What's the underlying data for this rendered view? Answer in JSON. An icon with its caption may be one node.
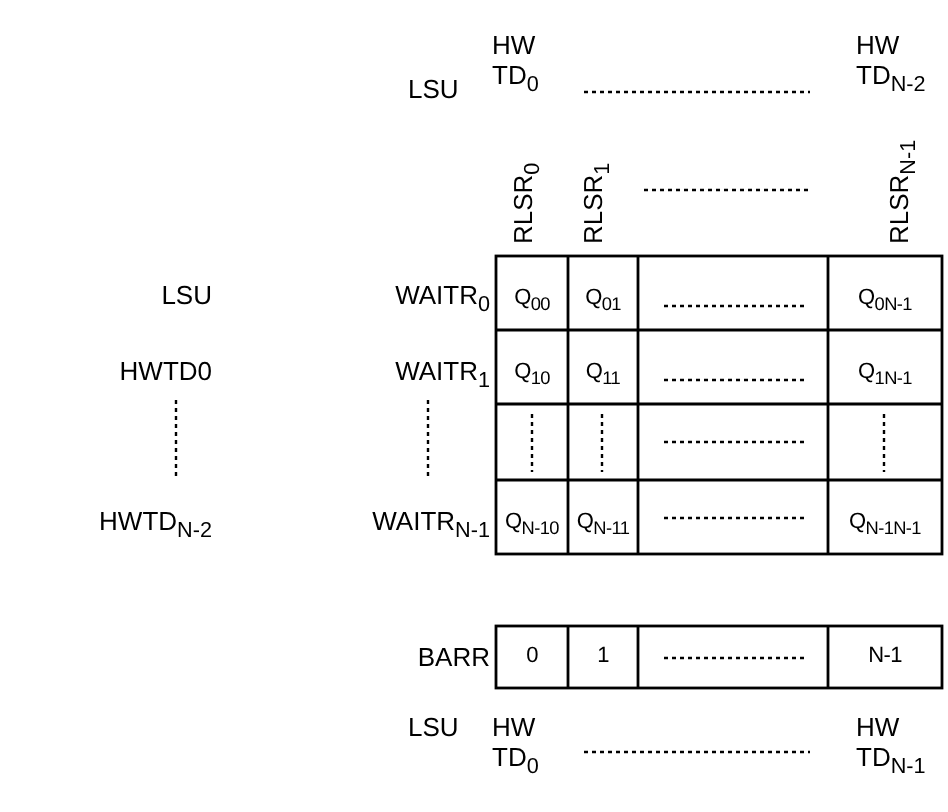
{
  "diagram": {
    "labels": [
      "LSU",
      "HW TD$_{0}$",
      "HW TD$_{N-2}$",
      "RLSR$_{0}$",
      "RLSR$_{1}$",
      "RLSR$_{N-1}$",
      "LSU",
      "WAITR$_{0}$",
      "Q$_{00}$",
      "Q$_{01}$",
      "Q$_{0N-1}$",
      "HWTD0",
      "WAITR$_{1}$",
      "Q$_{10}$",
      "Q$_{11}$",
      "Q$_{1N-1}$",
      "HWTD$_{N-2}$",
      "WAITR$_{N-1}$",
      "Q$_{N-10}$",
      "Q$_{N-11}$",
      "Q$_{N-1N-1}$",
      "BARR",
      "0",
      "1",
      "N-1",
      "LSU",
      "HW TD$_{0}$",
      "HW TD$_{N-1}$"
    ]
  }
}
